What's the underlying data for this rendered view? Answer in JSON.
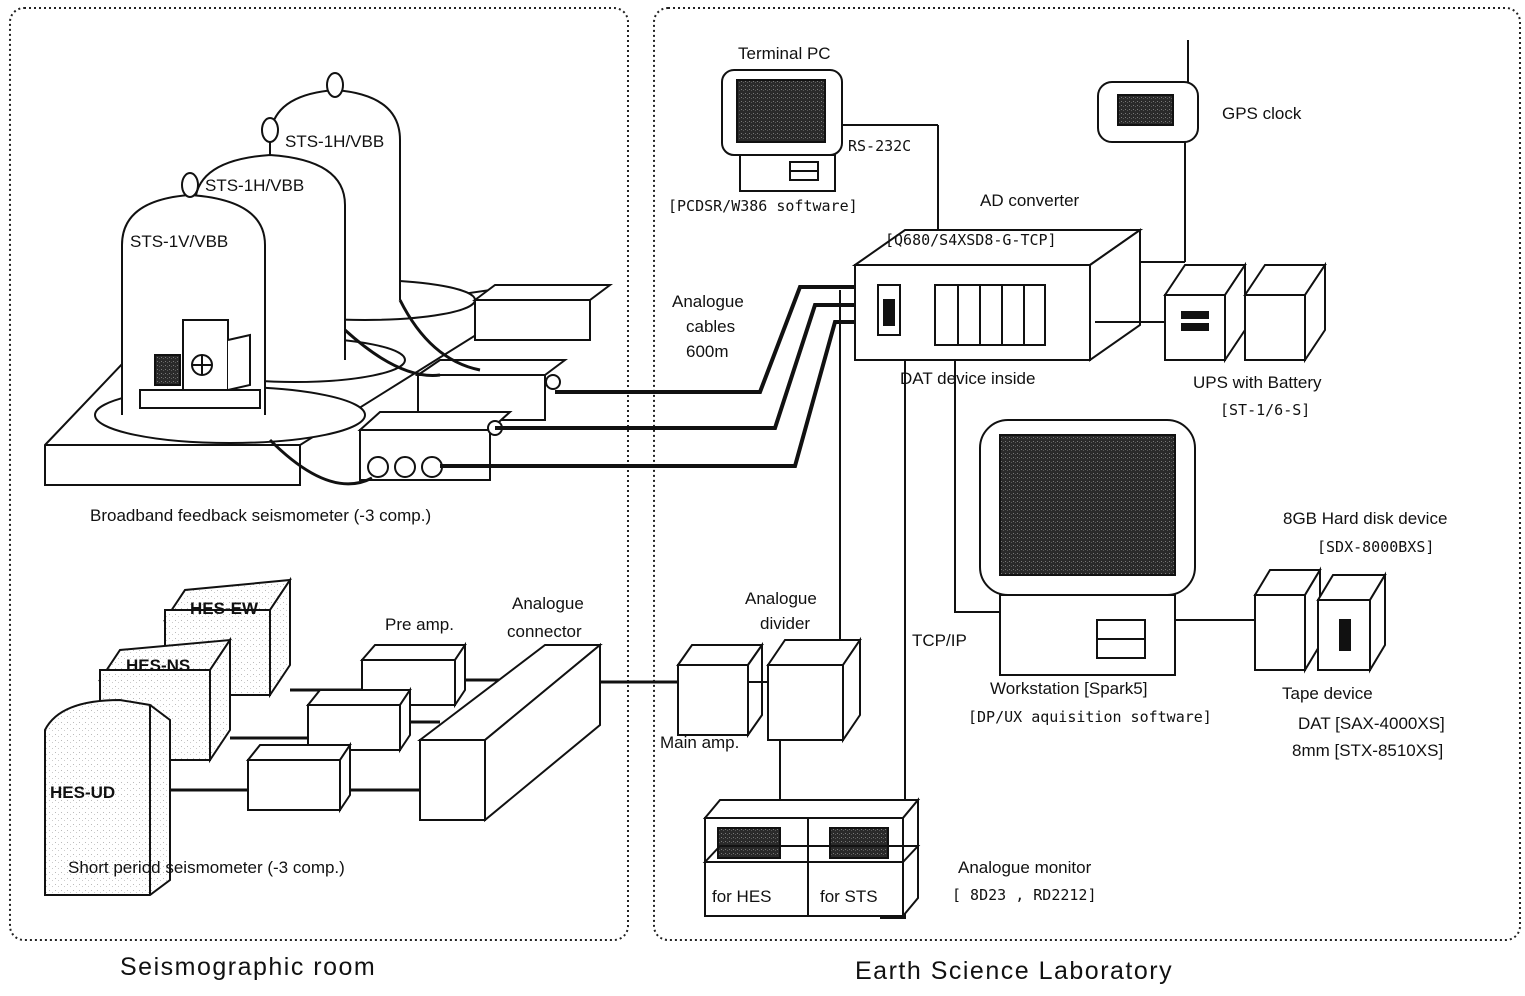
{
  "rooms": {
    "left": "Seismographic   room",
    "right": "Earth   Science   Laboratory"
  },
  "left": {
    "sts_1h_a": "STS-1H/VBB",
    "sts_1h_b": "STS-1H/VBB",
    "sts_1v": "STS-1V/VBB",
    "broadband_caption": "Broadband feedback seismometer (-3 comp.)",
    "hes_ew": "HES-EW",
    "hes_ns": "HES-NS",
    "hes_ud": "HES-UD",
    "pre_amp": "Pre amp.",
    "analogue_connector_1": "Analogue",
    "analogue_connector_2": "connector",
    "short_caption": "Short period seismometer (-3 comp.)"
  },
  "right": {
    "terminal_pc": "Terminal  PC",
    "rs232c": "RS-232C",
    "pcdsr": "[PCDSR/W386   software]",
    "gps_clock": "GPS clock",
    "ad_converter": "AD converter",
    "q680": "[Q680/S4XSD8-G-TCP]",
    "analogue_cables_1": "Analogue",
    "analogue_cables_2": "cables",
    "analogue_cables_3": "600m",
    "dat_device_inside": "DAT device inside",
    "ups": "UPS with Battery",
    "ups_model": "[ST-1/6-S]",
    "hdd": "8GB Hard disk device",
    "hdd_model": "[SDX-8000BXS]",
    "analogue_divider_1": "Analogue",
    "analogue_divider_2": "divider",
    "main_amp": "Main amp.",
    "tcpip": "TCP/IP",
    "workstation": "Workstation  [Spark5]",
    "dpux": "[DP/UX  aquisition  software]",
    "tape_device": "Tape device",
    "dat_model": "DAT  [SAX-4000XS]",
    "mm_model": "8mm  [STX-8510XS]",
    "for_hes": "for HES",
    "for_sts": "for STS",
    "analogue_monitor": "Analogue monitor",
    "monitor_model": "[ 8D23 , RD2212]"
  }
}
